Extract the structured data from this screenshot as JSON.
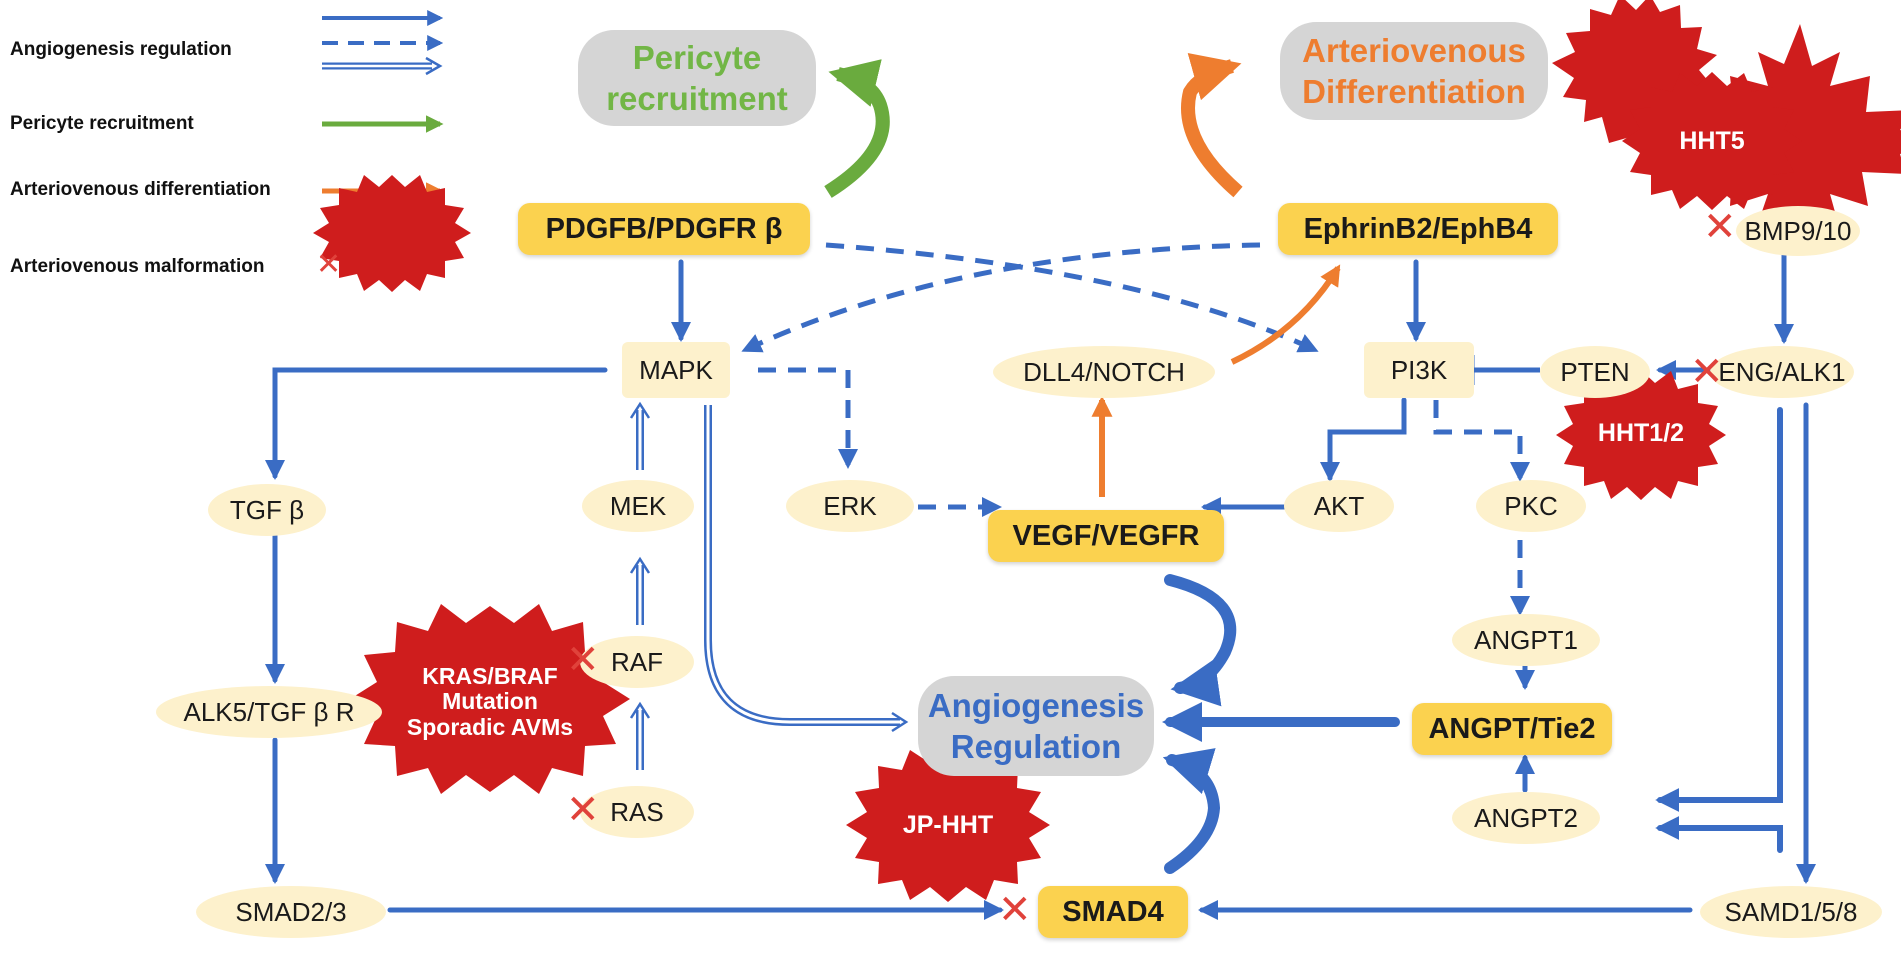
{
  "legend": {
    "angiogenesis": "Angiogenesis regulation",
    "pericyte": "Pericyte recruitment",
    "av_diff": "Arteriovenous differentiation",
    "av_malformation": "Arteriovenous malformation"
  },
  "outcomes": {
    "pericyte_line1": "Pericyte",
    "pericyte_line2": "recruitment",
    "av_line1": "Arteriovenous",
    "av_line2": "Differentiation",
    "angio_line1": "Angiogenesis",
    "angio_line2": "Regulation"
  },
  "nodes": {
    "pdgfb": "PDGFB/PDGFR β",
    "ephrin": "EphrinB2/EphB4",
    "mapk": "MAPK",
    "dll4": "DLL4/NOTCH",
    "pi3k": "PI3K",
    "pten": "PTEN",
    "eng": "ENG/ALK1",
    "bmp": "BMP9/10",
    "tgfb": "TGF β",
    "mek": "MEK",
    "erk": "ERK",
    "vegf": "VEGF/VEGFR",
    "akt": "AKT",
    "pkc": "PKC",
    "angpt1": "ANGPT1",
    "angpt_tie2": "ANGPT/Tie2",
    "angpt2": "ANGPT2",
    "alk5": "ALK5/TGF β R",
    "raf": "RAF",
    "ras": "RAS",
    "smad23": "SMAD2/3",
    "smad4": "SMAD4",
    "samd158": "SAMD1/5/8"
  },
  "malformations": {
    "hht5": "HHT5",
    "hht12": "HHT1/2",
    "jphht": "JP-HHT",
    "kras_line1": "KRAS/BRAF",
    "kras_line2": "Mutation",
    "kras_line3": "Sporadic AVMs"
  },
  "colors": {
    "blue": "#3a6cc4",
    "green": "#6aab3e",
    "orange": "#ee7d2f",
    "red": "#cf1d1d",
    "x_red": "#e0423b",
    "gene_box": "#fbd24f",
    "gene_oval": "#fdf1cc",
    "outcome_box": "#d5d5d5"
  }
}
